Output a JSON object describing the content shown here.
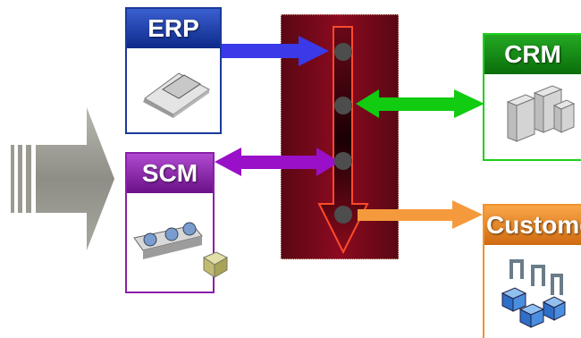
{
  "systems": {
    "erp": {
      "label": "ERP",
      "icon": "laptop-icon",
      "color": "#1a3a9a"
    },
    "scm": {
      "label": "SCM",
      "icon": "conveyor-icon",
      "color": "#8a1fa8"
    },
    "crm": {
      "label": "CRM",
      "icon": "server-icon",
      "color": "#1bd01b"
    },
    "customer": {
      "label": "Customer",
      "icon": "network-cubes-icon",
      "color": "#f0922e"
    }
  },
  "bus": {
    "color": "#8c0a20"
  },
  "arrows": {
    "erp": {
      "color": "#3a3ae8",
      "direction": "to-bus"
    },
    "crm": {
      "color": "#11cc11",
      "direction": "bidirectional"
    },
    "scm": {
      "color": "#9a10c8",
      "direction": "bidirectional"
    },
    "customer": {
      "color": "#f59a3c",
      "direction": "from-bus"
    }
  }
}
